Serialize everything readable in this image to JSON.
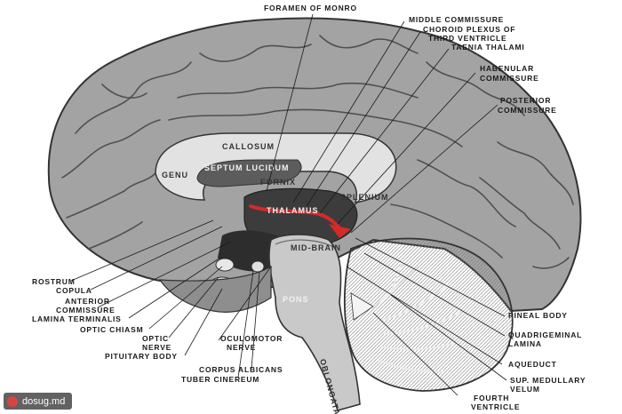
{
  "structures": {
    "callosum": "CALLOSUM",
    "septum": "SEPTUM LUCIDUM",
    "genu": "GENU",
    "fornix": "FORNIX",
    "thalamus": "THALAMUS",
    "splenium": "SPLENIUM",
    "midbrain": "MID-BRAIN",
    "pons": "PONS",
    "oblongata": "OBLONGATA"
  },
  "labels": {
    "foramen_of_monro": "FORAMEN OF MONRO",
    "middle_commissure": "MIDDLE COMMISSURE",
    "choroid_plexus_1": "CHOROID PLEXUS OF",
    "choroid_plexus_2": "THIRD VENTRICLE",
    "taenia_thalami": "TAENIA THALAMI",
    "habenular_1": "HABENULAR",
    "habenular_2": "COMMISSURE",
    "posterior_1": "POSTERIOR",
    "posterior_2": "COMMISSURE",
    "rostrum": "ROSTRUM",
    "copula": "COPULA",
    "anterior": "ANTERIOR",
    "anterior_commissure": "COMMISSURE",
    "lamina_terminalis": "LAMINA TERMINALIS",
    "optic_chiasm": "OPTIC CHIASM",
    "optic": "OPTIC",
    "nerve": "NERVE",
    "pituitary_body": "PITUITARY BODY",
    "oculomotor": "OCULOMOTOR",
    "oculomotor_nerve": "NERVE",
    "corpus_albicans": "CORPUS ALBICANS",
    "tuber_cinereum": "TUBER CINEREUM",
    "pineal_body": "PINEAL BODY",
    "quadrigeminal": "QUADRIGEMINAL",
    "quadrigeminal_lamina": "LAMINA",
    "aqueduct": "AQUEDUCT",
    "sup_medullary": "SUP. MEDULLARY",
    "velum": "VELUM",
    "fourth": "FOURTH",
    "ventricle": "VENTRICLE"
  },
  "watermark": {
    "text": "dosug.md"
  },
  "colors": {
    "highlight": "#d42a2a",
    "cortex": "#9c9c9c",
    "outline": "#333333"
  }
}
